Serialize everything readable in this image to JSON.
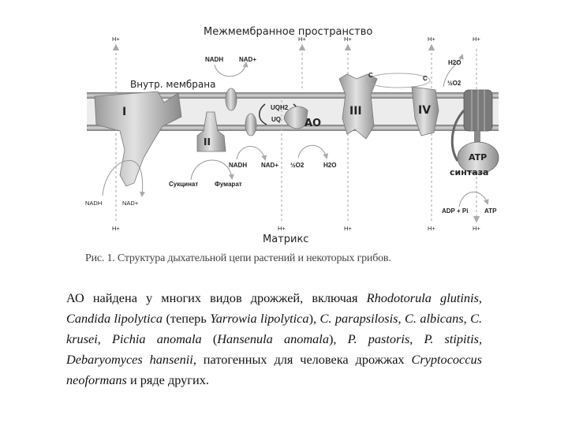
{
  "diagram": {
    "top_label": "Межмембранное пространство",
    "membrane_label": "Внутр. мембрана",
    "matrix_label": "Матрикс",
    "h_plus": "H+",
    "complexes": {
      "c1": "I",
      "c2": "II",
      "c3": "III",
      "c4": "IV",
      "ao": "AO",
      "atp_line1": "ATP",
      "atp_line2": "синтаза"
    },
    "quinone": {
      "uqh2": "UQH2",
      "uq": "UQ"
    },
    "cytochrome": "C",
    "nadh": "NADH",
    "nad": "NAD+",
    "half_o2": "½O2",
    "h2o": "H2O",
    "succinate": "Сукцинат",
    "fumarate": "Фумарат",
    "adp_pi": "ADP + Pi",
    "atp": "ATP"
  },
  "caption": "Рис. 1. Структура дыхательной цепи растений и некоторых грибов.",
  "paragraph": [
    {
      "t": "АО найдена у многих видов дрожжей, включая ",
      "i": false
    },
    {
      "t": "Rhodotorula glutinis",
      "i": true
    },
    {
      "t": ", ",
      "i": false
    },
    {
      "t": "Candida lipolytica",
      "i": true
    },
    {
      "t": " (теперь ",
      "i": false
    },
    {
      "t": "Yarrowia lipolytica",
      "i": true
    },
    {
      "t": "), ",
      "i": false
    },
    {
      "t": "C. parapsilosis",
      "i": true
    },
    {
      "t": ", ",
      "i": false
    },
    {
      "t": "C. albicans",
      "i": true
    },
    {
      "t": ", ",
      "i": false
    },
    {
      "t": "C. krusei",
      "i": true
    },
    {
      "t": ", ",
      "i": false
    },
    {
      "t": "Pichia anomala",
      "i": true
    },
    {
      "t": " (",
      "i": false
    },
    {
      "t": "Hansenula anomala",
      "i": true
    },
    {
      "t": "), ",
      "i": false
    },
    {
      "t": "P. pastoris",
      "i": true
    },
    {
      "t": ", ",
      "i": false
    },
    {
      "t": "P. stipitis",
      "i": true
    },
    {
      "t": ", ",
      "i": false
    },
    {
      "t": "Debaryomyces hansenii",
      "i": true
    },
    {
      "t": ", патогенных для человека дрожжах ",
      "i": false
    },
    {
      "t": "Cryptococcus neoformans",
      "i": true
    },
    {
      "t": " и ряде других.",
      "i": false
    }
  ]
}
